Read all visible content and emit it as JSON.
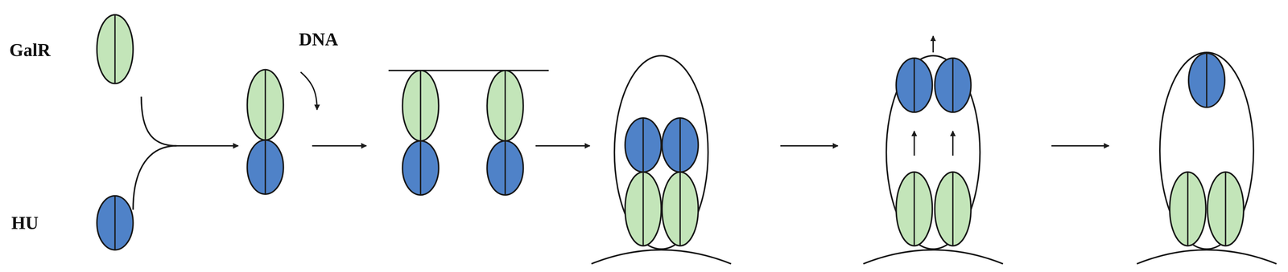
{
  "diagram": {
    "labels": [
      "GalR",
      "HU",
      "DNA"
    ]
  }
}
